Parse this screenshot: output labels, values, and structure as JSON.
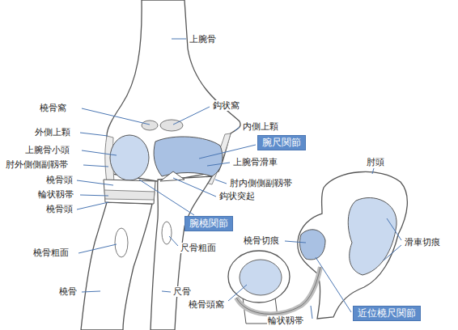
{
  "diagram": {
    "nodes": [
      {
        "text": [
          "腕尺関節"
        ]
      },
      {
        "text": [
          "腕橈関節"
        ]
      },
      {
        "text": [
          "近位橈尺関節"
        ]
      }
    ],
    "labels": [
      "上腕骨",
      "橈骨窩",
      "鈎状窩",
      "外側上顆",
      "内側上顆",
      "上腕骨小頭",
      "肘外側側副靱帯",
      "上腕骨滑車",
      "橈骨頭",
      "輪状靱帯",
      "肘内側側副靱帯",
      "橈骨頭",
      "鈎状突起",
      "肘頭",
      "橈骨切痕",
      "滑車切痕",
      "尺骨粗面",
      "橈骨粗面",
      "橈骨",
      "尺骨",
      "橈骨頭窩",
      "輪状靱帯"
    ]
  }
}
